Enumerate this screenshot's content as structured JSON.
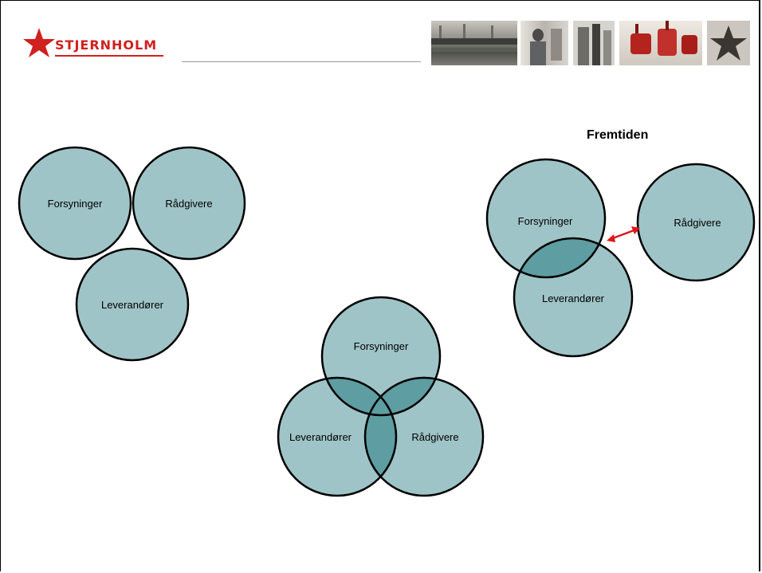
{
  "header": {
    "logo_text": "STJERNHOLM",
    "logo_mark": "star-logo",
    "brand_color": "#d0201f",
    "photos": [
      "factory-hall-photo",
      "worker-photo",
      "tank-photo",
      "red-valves-photo",
      "hands-star-photo"
    ]
  },
  "title": "Fremtiden",
  "colors": {
    "circle_fill": "#9fc4c7",
    "circle_stroke": "#000000",
    "overlap_fill": "#5e9da2",
    "arrow": "#e0161b"
  },
  "diagram_left": {
    "forsyninger": "Forsyninger",
    "radgivere": "Rådgivere",
    "leverandorer": "Leverandører"
  },
  "diagram_center": {
    "forsyninger": "Forsyninger",
    "leverandorer": "Leverandører",
    "radgivere": "Rådgivere"
  },
  "diagram_right": {
    "forsyninger": "Forsyninger",
    "radgivere": "Rådgivere",
    "leverandorer": "Leverandører"
  }
}
